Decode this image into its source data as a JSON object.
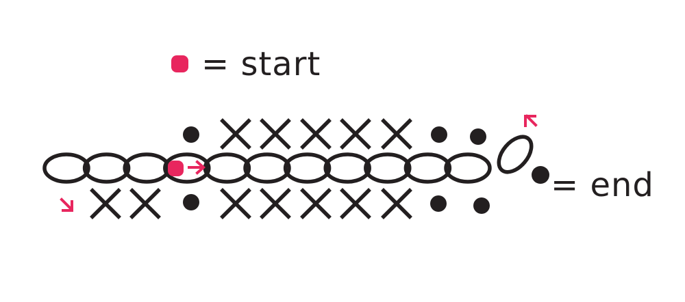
{
  "legend": {
    "start_text": "= start",
    "end_text": "= end",
    "start_marker_color": "#e8265e",
    "end_marker_color": "#231f20"
  },
  "colors": {
    "ink": "#231f20",
    "accent": "#e8265e"
  },
  "crochet_chart": {
    "foundation_chains": 11,
    "turning_chain": 1,
    "top_row": {
      "stitches": [
        "dot",
        "x",
        "x",
        "x",
        "x",
        "x",
        "dot",
        "dot"
      ]
    },
    "bottom_row": {
      "stitches": [
        "x",
        "x",
        "dot",
        "x",
        "x",
        "x",
        "x",
        "x",
        "dot",
        "dot"
      ]
    },
    "direction_arrows": 3
  }
}
